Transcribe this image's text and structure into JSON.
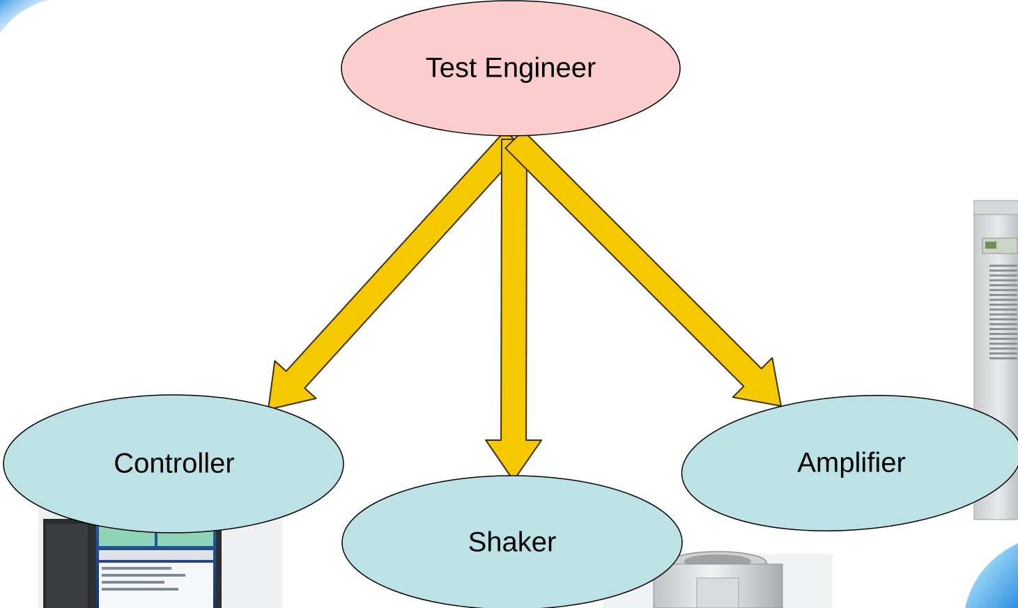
{
  "diagram": {
    "nodes": [
      {
        "id": "engineer",
        "label": "Test Engineer",
        "fill": "#fccdcd"
      },
      {
        "id": "controller",
        "label": "Controller",
        "fill": "#bde2e6"
      },
      {
        "id": "shaker",
        "label": "Shaker",
        "fill": "#bde2e6"
      },
      {
        "id": "amplifier",
        "label": "Amplifier",
        "fill": "#bde2e6"
      }
    ],
    "edges": [
      {
        "from": "engineer",
        "to": "controller"
      },
      {
        "from": "engineer",
        "to": "shaker"
      },
      {
        "from": "engineer",
        "to": "amplifier"
      }
    ]
  },
  "colors": {
    "arrow_fill": "#f6c800",
    "arrow_stroke": "#3a3000",
    "node_stroke": "#000000",
    "corner_accent": "#4aa8e8"
  }
}
